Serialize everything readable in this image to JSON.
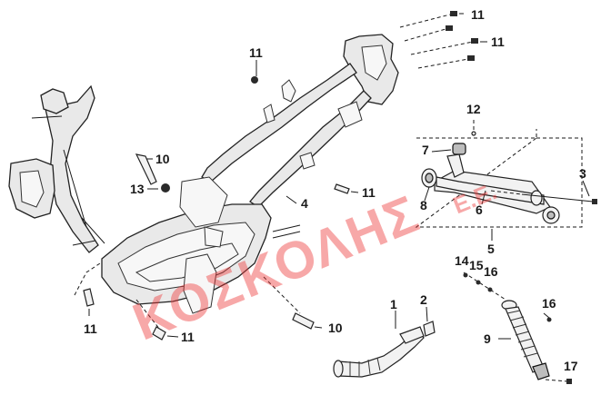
{
  "watermark": {
    "name": "ΚΟΣΚΟΛΗΣ",
    "suffix": "Ε.Ε."
  },
  "callouts": [
    {
      "id": "c11a",
      "label": "11"
    },
    {
      "id": "c11b",
      "label": "11"
    },
    {
      "id": "c11c",
      "label": "11"
    },
    {
      "id": "c12",
      "label": "12"
    },
    {
      "id": "c7",
      "label": "7"
    },
    {
      "id": "c10a",
      "label": "10"
    },
    {
      "id": "c3",
      "label": "3"
    },
    {
      "id": "c13",
      "label": "13"
    },
    {
      "id": "c11d",
      "label": "11"
    },
    {
      "id": "c4",
      "label": "4"
    },
    {
      "id": "c8",
      "label": "8"
    },
    {
      "id": "c6",
      "label": "6"
    },
    {
      "id": "c5",
      "label": "5"
    },
    {
      "id": "c14",
      "label": "14"
    },
    {
      "id": "c15",
      "label": "15"
    },
    {
      "id": "c16a",
      "label": "16"
    },
    {
      "id": "c1",
      "label": "1"
    },
    {
      "id": "c2",
      "label": "2"
    },
    {
      "id": "c16b",
      "label": "16"
    },
    {
      "id": "c11e",
      "label": "11"
    },
    {
      "id": "c10b",
      "label": "10"
    },
    {
      "id": "c9",
      "label": "9"
    },
    {
      "id": "c11f",
      "label": "11"
    },
    {
      "id": "c17",
      "label": "17"
    }
  ]
}
